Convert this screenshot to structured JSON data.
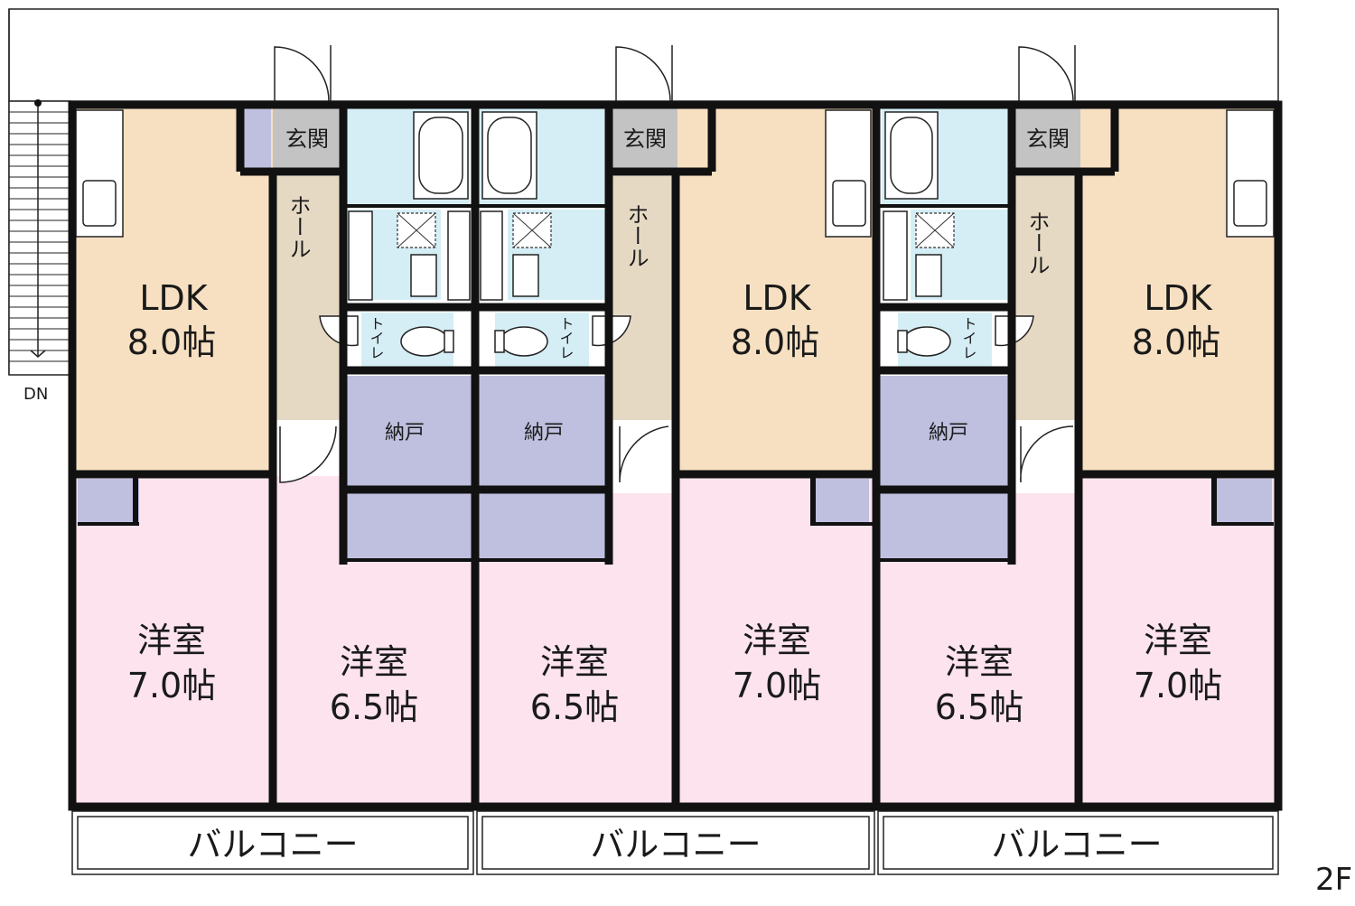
{
  "labels": {
    "ldk": "LDK",
    "ldk_size": "8.0帖",
    "western": "洋室",
    "size_70": "7.0帖",
    "size_65": "6.5帖",
    "entrance": "玄関",
    "hall": "ホール",
    "toilet": "トイレ",
    "storage": "納戸",
    "balcony": "バルコニー",
    "dn": "DN",
    "floor": "2F"
  },
  "colors": {
    "ldk": "#f7e0c2",
    "western": "#fce3ee",
    "wet": "#d5eef6",
    "storage": "#bfbfdf",
    "entrance": "#c3c3c3",
    "hall": "#e6d9c4",
    "wall": "#111111"
  }
}
